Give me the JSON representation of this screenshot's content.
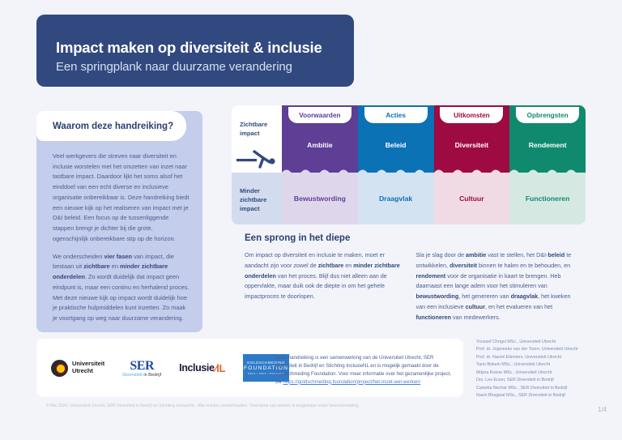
{
  "header": {
    "title": "Impact maken op diversiteit & inclusie",
    "subtitle": "Een springplank naar duurzame verandering"
  },
  "intro": {
    "title": "Waarom deze handreiking?",
    "paragraph1": "Veel werkgevers die streven naar diversiteit en inclusie worstelen met het omzetten van inzet naar tastbare impact. Daardoor lijkt het soms alsof het einddoel van een echt diverse en inclusieve organisatie onbereikbaar is. Deze handreiking biedt een nieuwe kijk op het realiseren van impact met je D&I beleid. Een focus op de tussenliggende stappen brengt je dichter bij die grote, ogenschijnlijk onbereikbare stip op de horizon.",
    "paragraph2_a": "We onderscheiden ",
    "paragraph2_b1": "vier fasen",
    "paragraph2_c": " van impact, die bestaan uit ",
    "paragraph2_b2": "zichtbare",
    "paragraph2_d": " en ",
    "paragraph2_b3": "minder zichtbare onderdelen",
    "paragraph2_e": ". Zo wordt duidelijk dat impact geen eindpunt is, maar een continu en herhalend proces. Met deze nieuwe kijk op impact wordt duidelijk hoe je praktische hulpmiddelen kunt inzetten. Zo maak je voortgang op weg naar duurzame verandering."
  },
  "matrix": {
    "row_visible_label": "Zichtbare\nimpact",
    "row_visible_label_l1": "Zichtbare",
    "row_visible_label_l2": "impact",
    "row_invisible_label_l1": "Minder",
    "row_invisible_label_l2": "zichtbare",
    "row_invisible_label_l3": "impact",
    "columns": [
      {
        "header": "Voorwaarden",
        "visible": "Ambitie",
        "invisible": "Bewustwording",
        "color": "#5f3e96",
        "tint": "#ded7ec",
        "header_text_color": "#5f3e96"
      },
      {
        "header": "Acties",
        "visible": "Beleid",
        "invisible": "Draagvlak",
        "color": "#0b72b5",
        "tint": "#d3e3f1",
        "header_text_color": "#0b72b5"
      },
      {
        "header": "Uitkomsten",
        "visible": "Diversiteit",
        "invisible": "Cultuur",
        "color": "#9e0b42",
        "tint": "#f0dbe4",
        "header_text_color": "#9e0b42"
      },
      {
        "header": "Opbrengsten",
        "visible": "Rendement",
        "invisible": "Functioneren",
        "color": "#0f8a6e",
        "tint": "#d5e9e2",
        "header_text_color": "#0f8a6e"
      }
    ]
  },
  "dive": {
    "title": "Een sprong in het diepe",
    "left_a": "Om impact op diversiteit en inclusie te maken, moet er aandacht zijn voor zowel de ",
    "left_b1": "zichtbare",
    "left_c": " en ",
    "left_b2": "minder zichtbare onderdelen",
    "left_d": " van het proces. Blijf dus niet alleen aan de oppervlakte, maar duik ook de diepte in om het gehele impactproces te doorlopen.",
    "right_a": "Sla je slag door de ",
    "right_b1": "ambitie",
    "right_c": " vast te stellen, het D&I-",
    "right_b2": "beleid",
    "right_d": " te ontwikkelen, ",
    "right_b3": "diversiteit",
    "right_e": " binnen te halen en te behouden, en ",
    "right_b4": "rendement",
    "right_f": " voor de organisatie in kaart te brengen. Heb daarnaast een lange adem voor het stimuleren van ",
    "right_b5": "bewustwording",
    "right_g": ", het genereren van ",
    "right_b6": "draagvlak",
    "right_h": ", het kweken van een inclusieve ",
    "right_b7": "cultuur",
    "right_i": ", en het evalueren van het ",
    "right_b8": "functioneren",
    "right_j": " van medewerkers."
  },
  "logos": {
    "uu_line1": "Universiteit",
    "uu_line2": "Utrecht",
    "ser_word": "SER",
    "ser_sub_a": "Diversiteit",
    "ser_sub_b": " in Bedrijf",
    "inclusie_word": "Inclusie",
    "inclusie_mark": "⁄lL",
    "gold_line1": "GOLDSCHMEDING",
    "gold_line2": "FOUNDATION",
    "gold_line3": "mens • werk • economie"
  },
  "footer": {
    "note_text": "Deze handreiking is een samenwerking van de Universiteit Utrecht, SER Diversiteit in Bedrijf en Stichting InclusieNL en is mogelijk gemaakt door de Goldschmeding Foundation. Voor meer informatie over het gezamenlijke project, zie ",
    "note_link": "https://goldschmeding.foundation/project/het-moet-wel-werken/",
    "copyright": "© Mei 2024, Universiteit Utrecht, SER Diversiteit in Bedrijf en Stichting InclusieNL. Alle rechten voorbehouden. Overname van teksten is toegestaan onder bronvermelding.",
    "page_number": "1/4"
  },
  "credits": [
    "Youssef Chrigui MSc., Universiteit Utrecht",
    "Prof. dr. Jojanneke van der Toorn, Universiteit Utrecht",
    "Prof. dr. Naomi Ellemers, Universiteit Utrecht",
    "Yann Bokem MSc., Universiteit Utrecht",
    "Milyna Koene MSc., Universiteit Utrecht",
    "Drs. Leo Euser, SER Diversiteit in Bedrijf",
    "Camelia Nechar MSc., SER Diversiteit in Bedrijf",
    "Navin Bhagwat MSc., SER Diversiteit in Bedrijf"
  ]
}
